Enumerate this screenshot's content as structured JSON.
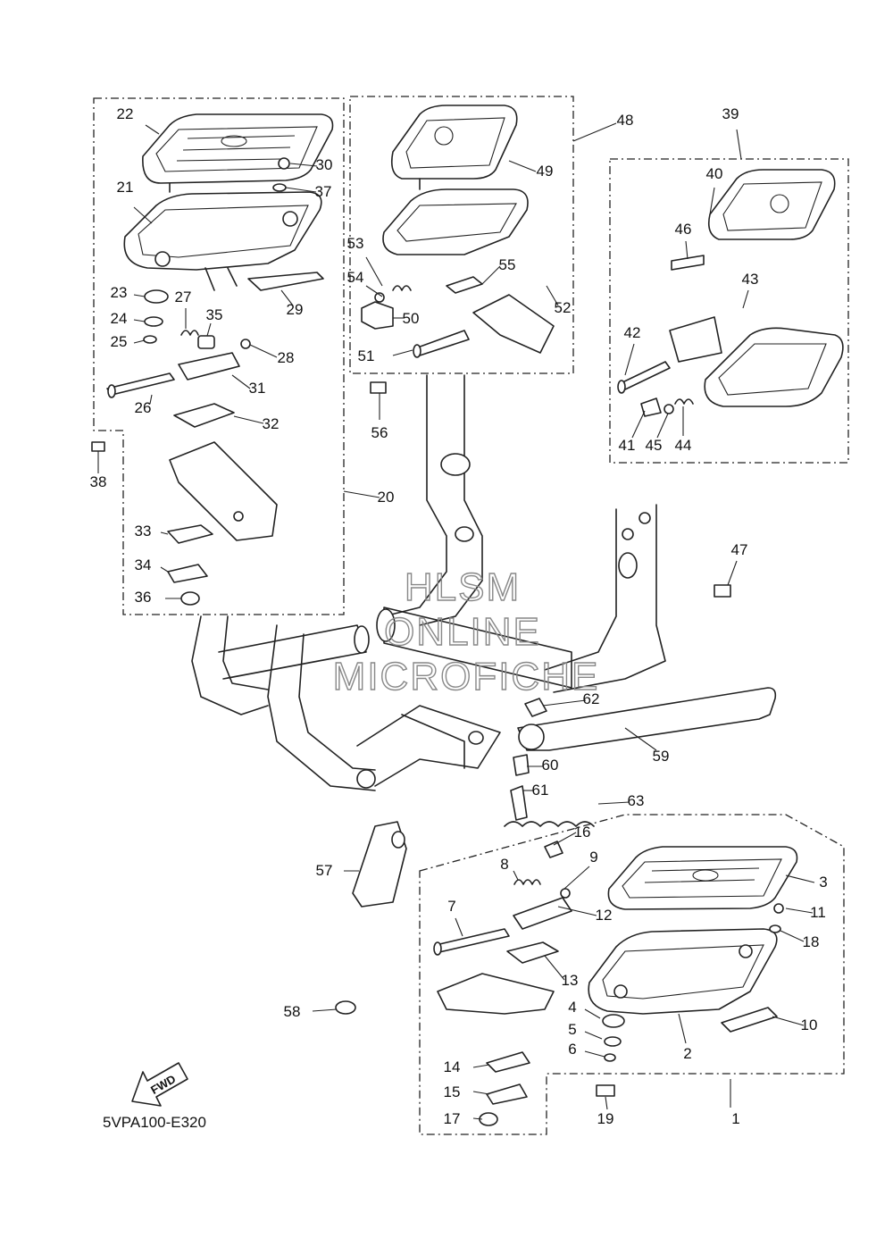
{
  "diagram": {
    "code": "5VPA100-E320",
    "watermark": [
      "HLSM",
      "ONLINE",
      "MICROFICHE"
    ],
    "fwd_label": "FWD",
    "callouts": [
      {
        "n": "1"
      },
      {
        "n": "2"
      },
      {
        "n": "3"
      },
      {
        "n": "4"
      },
      {
        "n": "5"
      },
      {
        "n": "6"
      },
      {
        "n": "7"
      },
      {
        "n": "8"
      },
      {
        "n": "9"
      },
      {
        "n": "10"
      },
      {
        "n": "11"
      },
      {
        "n": "12"
      },
      {
        "n": "13"
      },
      {
        "n": "14"
      },
      {
        "n": "15"
      },
      {
        "n": "16"
      },
      {
        "n": "17"
      },
      {
        "n": "18"
      },
      {
        "n": "19"
      },
      {
        "n": "20"
      },
      {
        "n": "21"
      },
      {
        "n": "22"
      },
      {
        "n": "23"
      },
      {
        "n": "24"
      },
      {
        "n": "25"
      },
      {
        "n": "26"
      },
      {
        "n": "27"
      },
      {
        "n": "28"
      },
      {
        "n": "29"
      },
      {
        "n": "30"
      },
      {
        "n": "31"
      },
      {
        "n": "32"
      },
      {
        "n": "33"
      },
      {
        "n": "34"
      },
      {
        "n": "35"
      },
      {
        "n": "36"
      },
      {
        "n": "37"
      },
      {
        "n": "38"
      },
      {
        "n": "39"
      },
      {
        "n": "40"
      },
      {
        "n": "41"
      },
      {
        "n": "42"
      },
      {
        "n": "43"
      },
      {
        "n": "44"
      },
      {
        "n": "45"
      },
      {
        "n": "46"
      },
      {
        "n": "47"
      },
      {
        "n": "48"
      },
      {
        "n": "49"
      },
      {
        "n": "50"
      },
      {
        "n": "51"
      },
      {
        "n": "52"
      },
      {
        "n": "53"
      },
      {
        "n": "54"
      },
      {
        "n": "55"
      },
      {
        "n": "56"
      },
      {
        "n": "57"
      },
      {
        "n": "58"
      },
      {
        "n": "59"
      },
      {
        "n": "60"
      },
      {
        "n": "61"
      },
      {
        "n": "62"
      },
      {
        "n": "63"
      }
    ]
  }
}
